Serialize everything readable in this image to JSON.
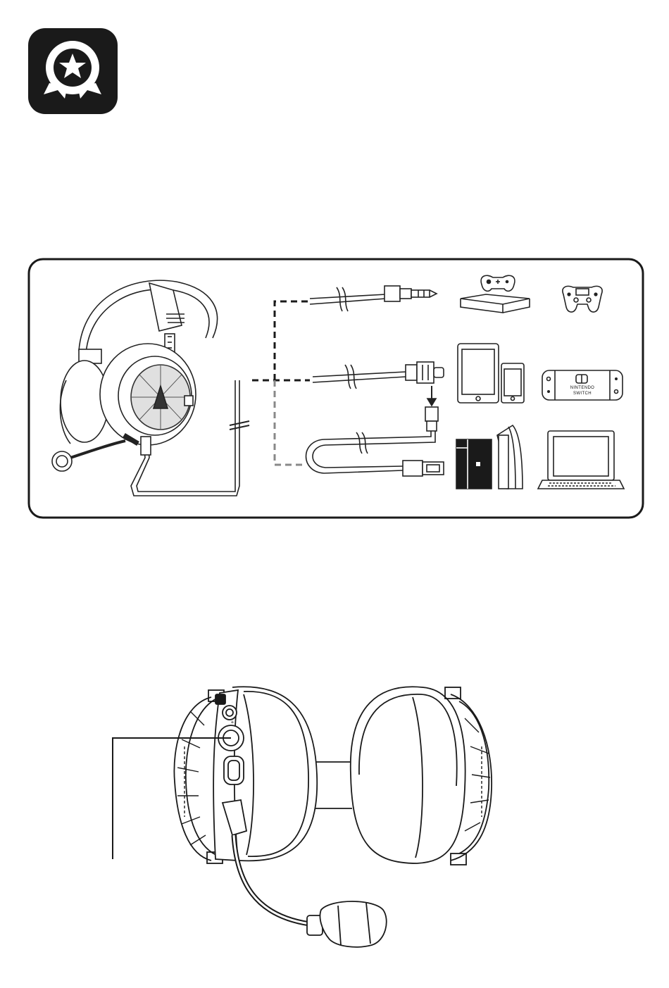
{
  "logo": {
    "icon": "award-star-icon",
    "bg": "#1a1a1a",
    "fg": "#ffffff"
  },
  "connection_diagram": {
    "cables": [
      {
        "name": "3.5mm-audio-cable",
        "connector": "3.5mm-jack-icon"
      },
      {
        "name": "usb-c-cable",
        "connector": "usb-c-plug-icon"
      },
      {
        "name": "usb-adapter-cable",
        "connector": "usb-a-plug-icon"
      }
    ],
    "devices": {
      "xbox": "xbox-console-icon",
      "ps4_controller": "ps4-controller-icon",
      "tablet": "tablet-icon",
      "phone": "smartphone-icon",
      "switch": "nintendo-switch-icon",
      "switch_line1": "NINTENDO",
      "switch_line2": "SWITCH",
      "ps4": "ps4-console-icon",
      "ps5": "ps5-console-icon",
      "laptop": "laptop-icon"
    }
  },
  "headset_detail": {
    "callout": "volume-dial-callout",
    "plus": "+",
    "minus": "–"
  },
  "colors": {
    "ink": "#1a1a1a",
    "line": "#222222",
    "grey": "#777777"
  }
}
